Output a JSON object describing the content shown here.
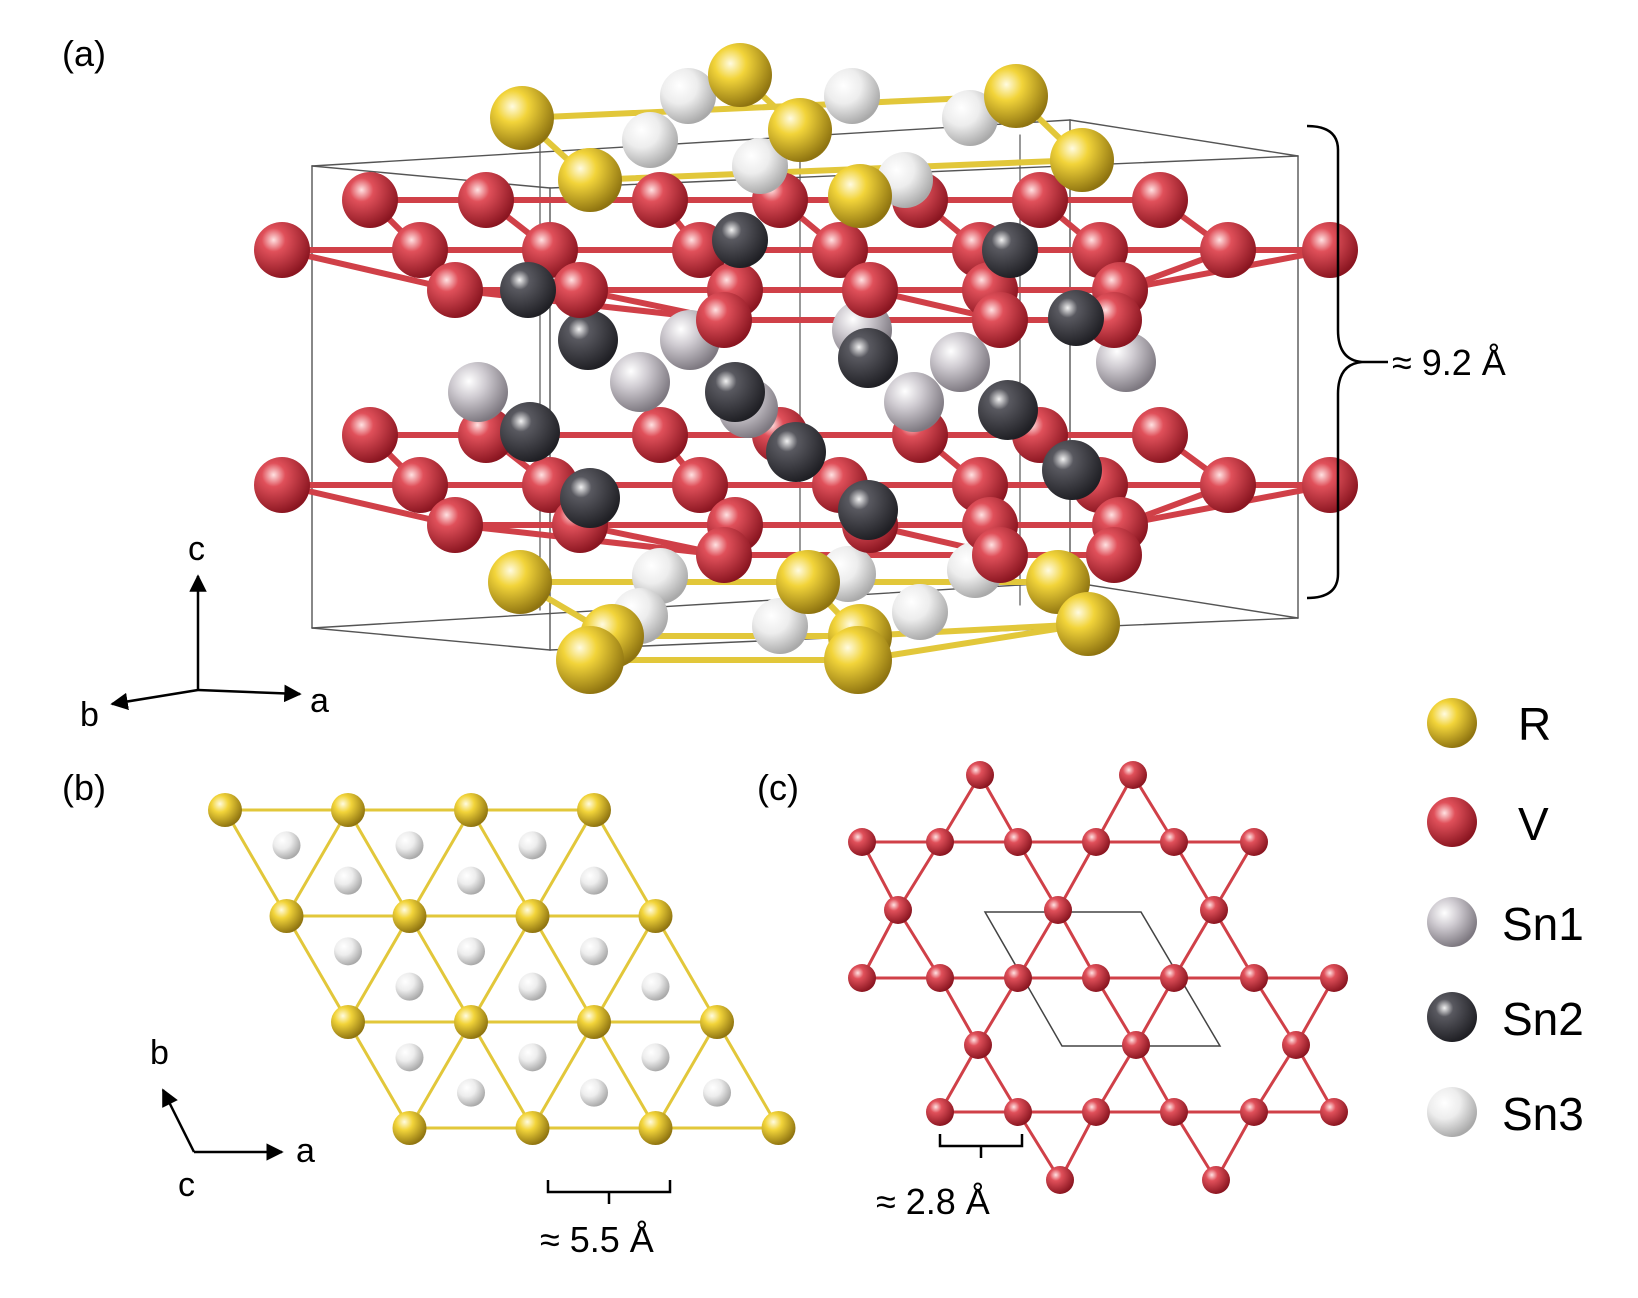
{
  "panels": {
    "a": "(a)",
    "b": "(b)",
    "c": "(c)"
  },
  "axes": {
    "a_panel": {
      "c": "c",
      "a": "a",
      "b": "b"
    },
    "b_panel": {
      "b": "b",
      "a": "a",
      "c": "c"
    }
  },
  "dimensions": {
    "c_height": "≈ 9.2 Å",
    "r_spacing": "≈ 5.5 Å",
    "v_spacing": "≈ 2.8 Å"
  },
  "legend": [
    {
      "label": "R",
      "color": "#e7c52a"
    },
    {
      "label": "V",
      "color": "#d8404a"
    },
    {
      "label": "Sn1",
      "color": "#c6c1c8"
    },
    {
      "label": "Sn2",
      "color": "#4a4a4f"
    },
    {
      "label": "Sn3",
      "color": "#eaeaea"
    }
  ],
  "colors": {
    "R": "#e7c52a",
    "V": "#d8404a",
    "Sn1": "#c6c1c8",
    "Sn2": "#4a4a4f",
    "Sn3": "#eaeaea",
    "R_bond": "#e2c73a",
    "V_bond": "#d04048",
    "cell": "#555555"
  }
}
